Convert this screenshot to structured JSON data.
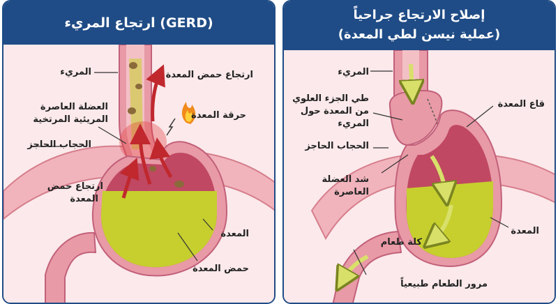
{
  "left_panel": {
    "title": "ارتجاع المريء (GERD)",
    "labels": {
      "esophagus": "المريء",
      "acid_reflux_top": "ارتجاع حمض المعدة",
      "les_line1": "العضلة العاصرة",
      "les_line2": "المريئية المرتخية",
      "heartburn": "حرقة المعدة",
      "diaphragm": "الحجاب الحاجز",
      "acid_reflux_side_line1": "ارتجاع حمض",
      "acid_reflux_side_line2": "المعدة",
      "stomach": "المعدة",
      "stomach_acid": "حمض المعدة"
    }
  },
  "right_panel": {
    "title_line1": "إصلاح الارتجاع جراحياً",
    "title_line2": "(عملية نيسن لطي المعدة)",
    "labels": {
      "esophagus": "المريء",
      "fundus_wrap_line1": "طي الجزء العلوي",
      "fundus_wrap_line2": "من المعدة حول",
      "fundus_wrap_line3": "المريء",
      "fundus": "قاع المعدة",
      "diaphragm": "الحجاب الحاجز",
      "tightened_sphincter_line1": "شد العضلة",
      "tightened_sphincter_line2": "العاصرة",
      "food_bolus": "كلة طعام",
      "stomach": "المعدة",
      "normal_food_passage": "مرور الطعام طبيعياً"
    }
  },
  "colors": {
    "header_blue": "#1f4c86",
    "stomach_wall": "#e89aa6",
    "stomach_inner": "#c04862",
    "stomach_contents": "#c6cf2e",
    "reflux_arrow": "#c0282e",
    "food_arrow": "#d8e06a",
    "background_tissue": "#f9dde0"
  }
}
